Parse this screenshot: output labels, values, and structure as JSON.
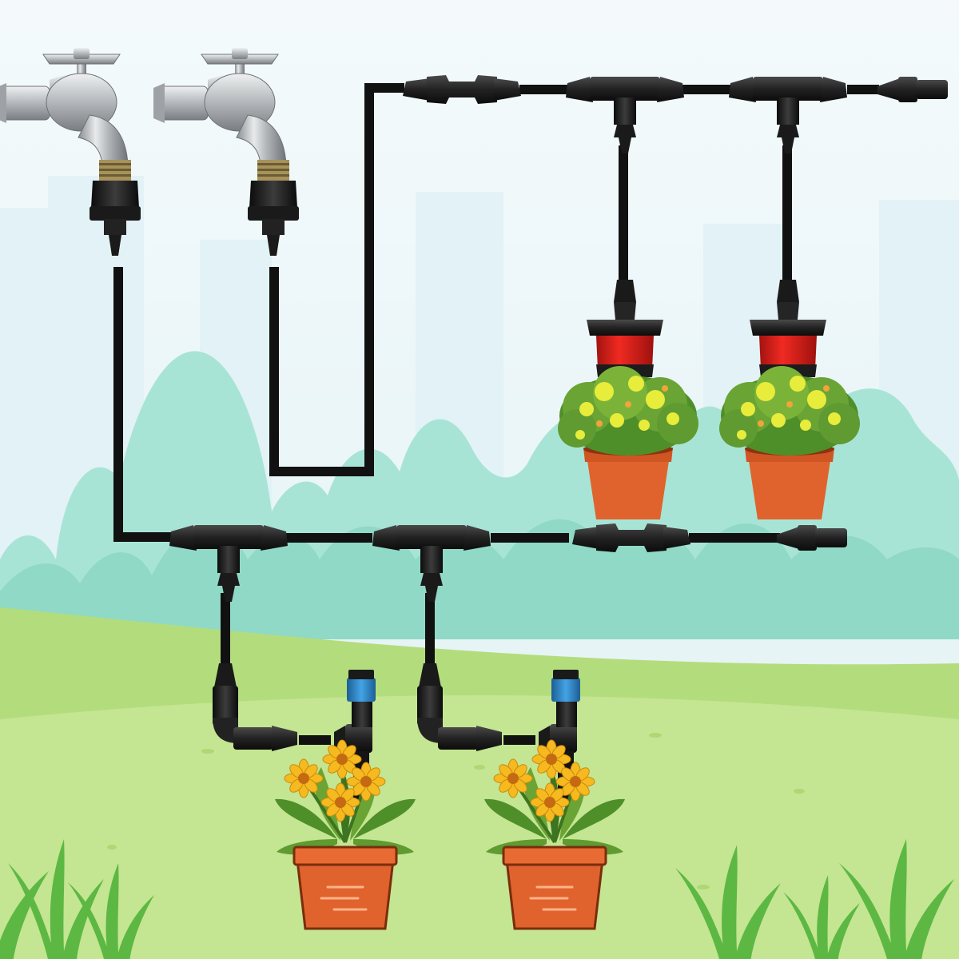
{
  "diagram": {
    "faucets": [
      {
        "id": "faucet-left"
      },
      {
        "id": "faucet-right"
      }
    ],
    "upper_line_drippers": [
      {
        "emitter_color": "#e0201c",
        "plant": "shrub"
      },
      {
        "emitter_color": "#e0201c",
        "plant": "shrub"
      }
    ],
    "lower_line_drippers": [
      {
        "emitter_color": "#2f86c9",
        "plant": "flower"
      },
      {
        "emitter_color": "#2f86c9",
        "plant": "flower"
      }
    ]
  },
  "colors": {
    "sky": "#eef7fb",
    "sky_bottom": "#dff1f3",
    "mint_hills": "#a8e4d6",
    "mint_hills_dark": "#8fd9c6",
    "meadow": "#b3dd7c",
    "meadow_front": "#c4e592",
    "grass_tufts": "#5cb843",
    "tubing": "#111111",
    "fitting": "#2a2a2a",
    "chrome": "#b9bcbf",
    "pot": "#e0632d",
    "pot_rim": "#cf5523",
    "leaf_dark": "#4f8f2a",
    "leaf": "#7bb339",
    "flower_petal": "#f6b91f",
    "flower_center": "#c46a12",
    "shrub_yellow": "#e8ec3a"
  },
  "icons": [
    "faucet-icon",
    "drip-emitter-icon",
    "tee-connector-icon",
    "elbow-connector-icon",
    "end-plug-icon",
    "flower-pot-icon",
    "shrub-pot-icon"
  ]
}
